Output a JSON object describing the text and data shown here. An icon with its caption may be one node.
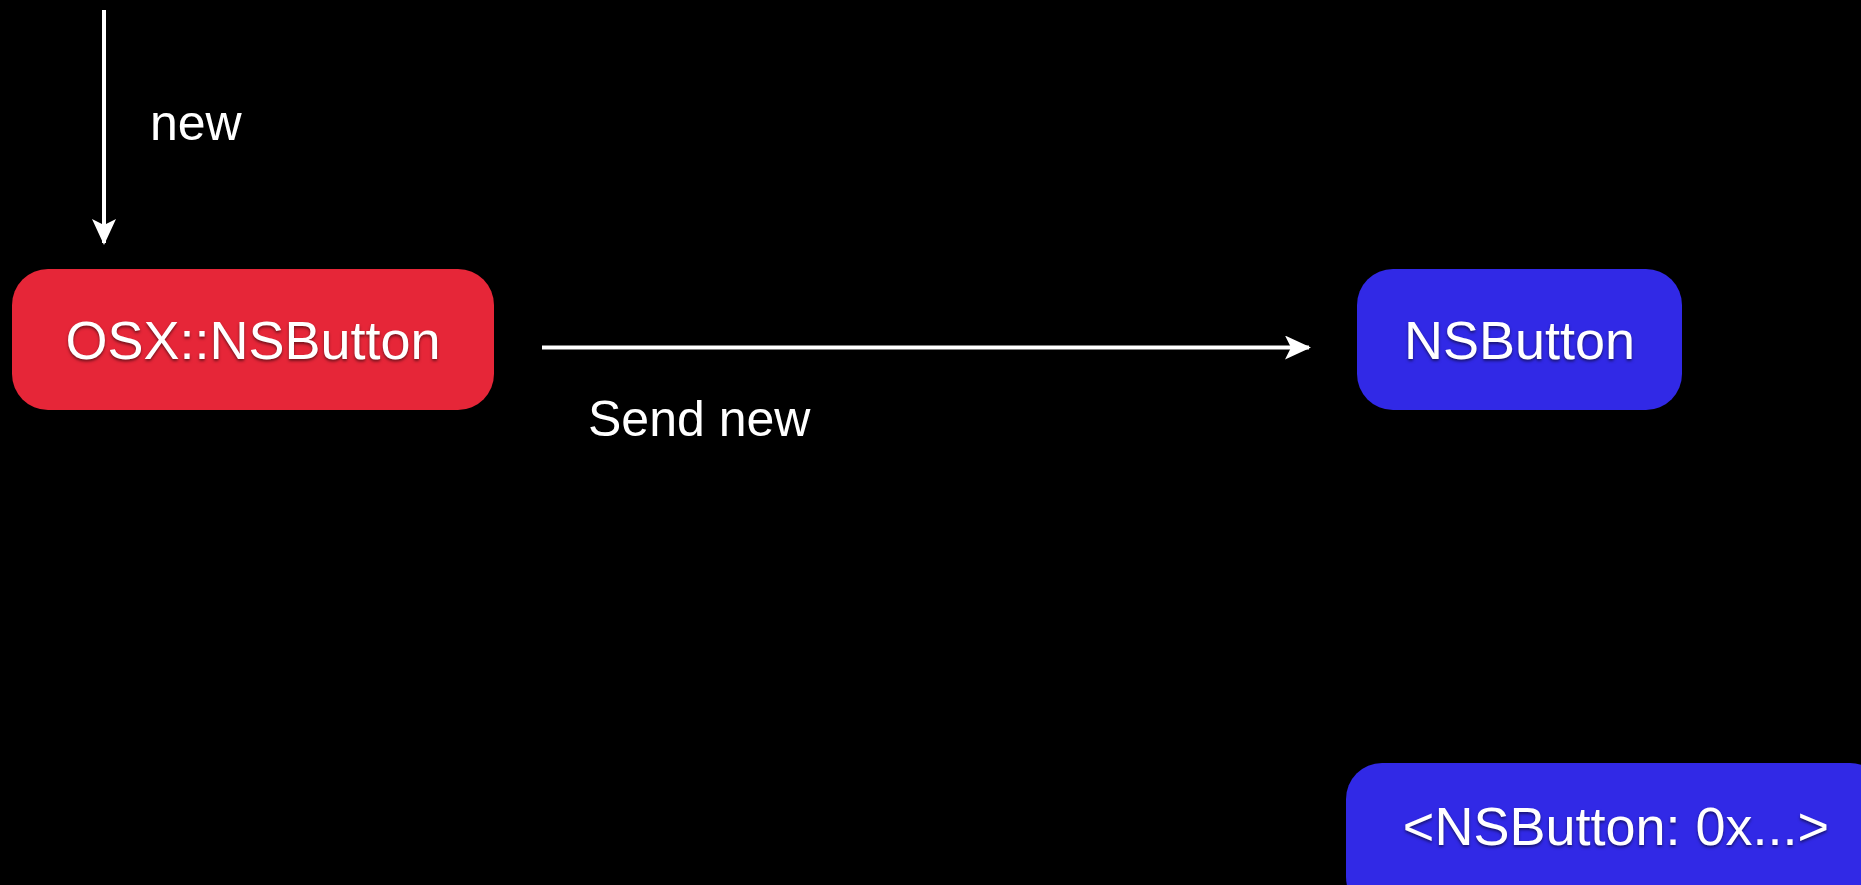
{
  "diagram": {
    "nodes": [
      {
        "text": [
          "OSX::NSButton"
        ]
      },
      {
        "text": [
          "NSButton"
        ]
      },
      {
        "text": [
          "<NSButton: 0x...>"
        ]
      }
    ],
    "edges": [
      {
        "from": null,
        "to": 0,
        "arrow": "to",
        "label": "new"
      },
      {
        "from": 0,
        "to": 1,
        "arrow": "to",
        "label": "Send new"
      }
    ]
  }
}
